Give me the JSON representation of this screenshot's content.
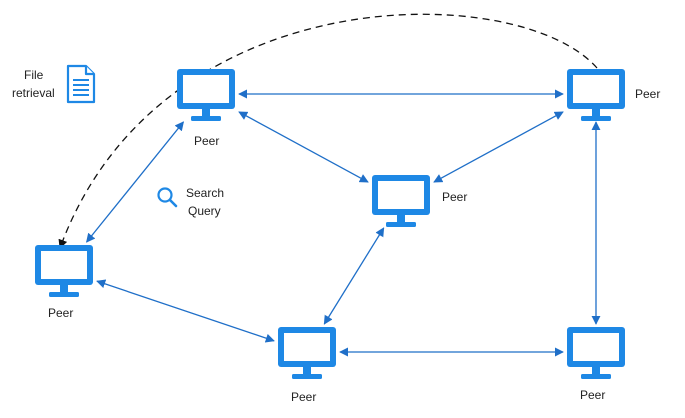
{
  "colors": {
    "accent": "#1e88e5",
    "link": "#1f6fc8",
    "dashed": "#111111",
    "text": "#222222",
    "background": "#ffffff"
  },
  "icons": {
    "peer": "computer-monitor-icon",
    "file": "document-icon",
    "search": "magnifier-icon"
  },
  "peers": [
    {
      "id": "top-left",
      "label": "Peer"
    },
    {
      "id": "top-right",
      "label": "Peer"
    },
    {
      "id": "center",
      "label": "Peer"
    },
    {
      "id": "left",
      "label": "Peer"
    },
    {
      "id": "bottom-center",
      "label": "Peer"
    },
    {
      "id": "bottom-right",
      "label": "Peer"
    }
  ],
  "connections": [
    [
      "top-left",
      "top-right"
    ],
    [
      "top-left",
      "center"
    ],
    [
      "top-right",
      "center"
    ],
    [
      "top-left",
      "left"
    ],
    [
      "center",
      "bottom-center"
    ],
    [
      "left",
      "bottom-center"
    ],
    [
      "bottom-center",
      "bottom-right"
    ],
    [
      "top-right",
      "bottom-right"
    ]
  ],
  "annotations": {
    "file_retrieval": [
      "File",
      "retrieval"
    ],
    "search_query": [
      "Search",
      "Query"
    ]
  }
}
